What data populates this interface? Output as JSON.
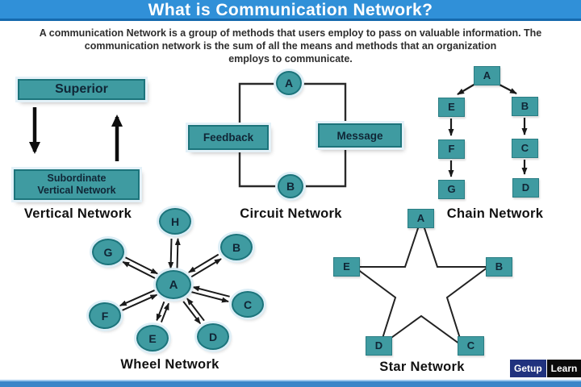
{
  "title": "What is Communication Network?",
  "description": {
    "line1": "A communication Network is a group of methods that users employ to pass on valuable information. The",
    "line2": "communication network is the sum of all the means and methods that an organization",
    "line3": "employs to communicate."
  },
  "colors": {
    "header_blue": "#3090d8",
    "header_blue_dark": "#1569ad",
    "footer_blue": "#3a86c8",
    "node_teal": "#3f9ba1",
    "node_border_teal": "#1c747b",
    "node_text": "#102636",
    "arrow_black": "#1a1a1a",
    "logo_blue": "#20327e",
    "logo_black": "#0a0a0a"
  },
  "vertical_network": {
    "caption": "Vertical Network",
    "superior_label": "Superior",
    "subordinate_line1": "Subordinate",
    "subordinate_line2": "Vertical Network"
  },
  "circuit_network": {
    "caption": "Circuit Network",
    "node_top": "A",
    "node_bottom": "B",
    "feedback_label": "Feedback",
    "message_label": "Message"
  },
  "chain_network": {
    "caption": "Chain Network",
    "root": "A",
    "left": [
      "E",
      "F",
      "G"
    ],
    "right": [
      "B",
      "C",
      "D"
    ]
  },
  "wheel_network": {
    "caption": "Wheel Network",
    "center": "A",
    "h": "H",
    "b": "B",
    "c": "C",
    "d": "D",
    "e": "E",
    "f": "F",
    "g": "G"
  },
  "star_network": {
    "caption": "Star Network",
    "a": "A",
    "b": "B",
    "c": "C",
    "d": "D",
    "e": "E"
  },
  "footer": {
    "logo_getup": "Getup",
    "logo_learn": "Learn"
  }
}
